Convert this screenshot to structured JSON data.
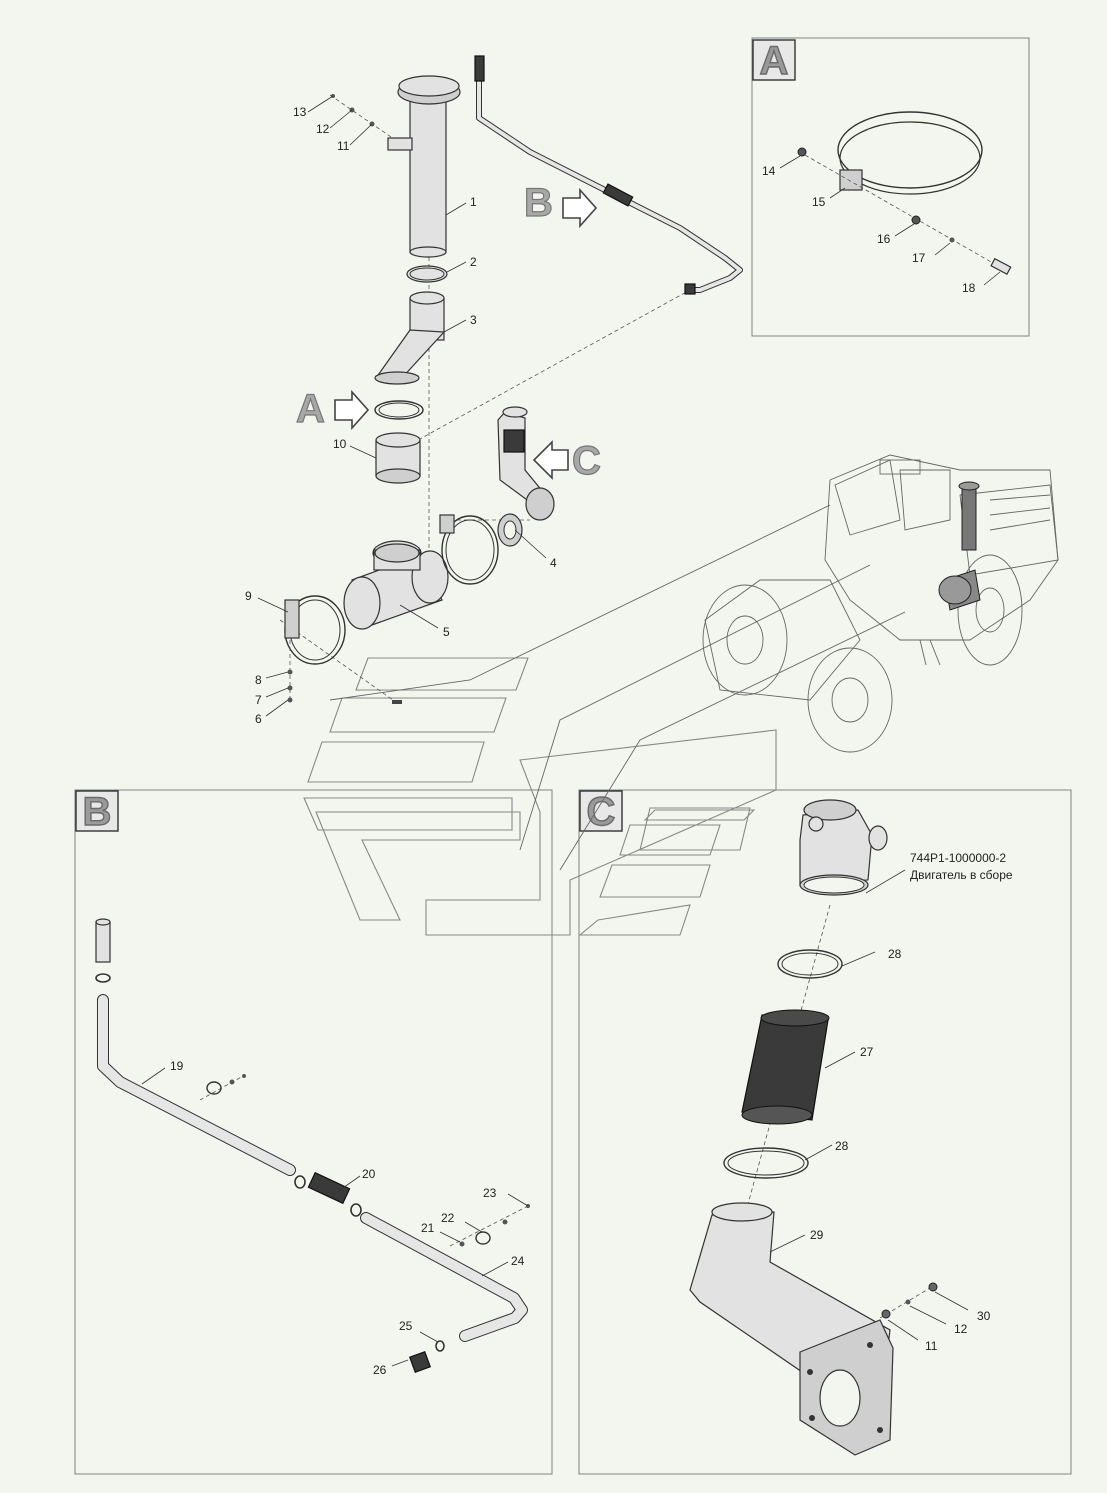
{
  "detail_frames": [
    {
      "letter": "A"
    },
    {
      "letter": "B"
    },
    {
      "letter": "C"
    }
  ],
  "view_markers": [
    {
      "letter": "A"
    },
    {
      "letter": "B"
    },
    {
      "letter": "C"
    }
  ],
  "callouts": {
    "c1": "1",
    "c2": "2",
    "c3": "3",
    "c4": "4",
    "c5": "5",
    "c6": "6",
    "c7": "7",
    "c8": "8",
    "c9": "9",
    "c10": "10",
    "c11": "11",
    "c12": "12",
    "c13": "13",
    "c14": "14",
    "c15": "15",
    "c16": "16",
    "c17": "17",
    "c18": "18",
    "c19": "19",
    "c20": "20",
    "c21": "21",
    "c22": "22",
    "c23": "23",
    "c24": "24",
    "c25": "25",
    "c26": "26",
    "c27": "27",
    "c28a": "28",
    "c28b": "28",
    "c29": "29",
    "c30": "30",
    "c11c": "11",
    "c12c": "12"
  },
  "engine_note": {
    "part_number": "744Р1-1000000-2",
    "description": "Двигатель в сборе"
  },
  "colors": {
    "background": "#f3f6ee",
    "line": "#333333",
    "part_fill": "#e2e2e2",
    "sleeve_fill": "#3a3a3a"
  }
}
